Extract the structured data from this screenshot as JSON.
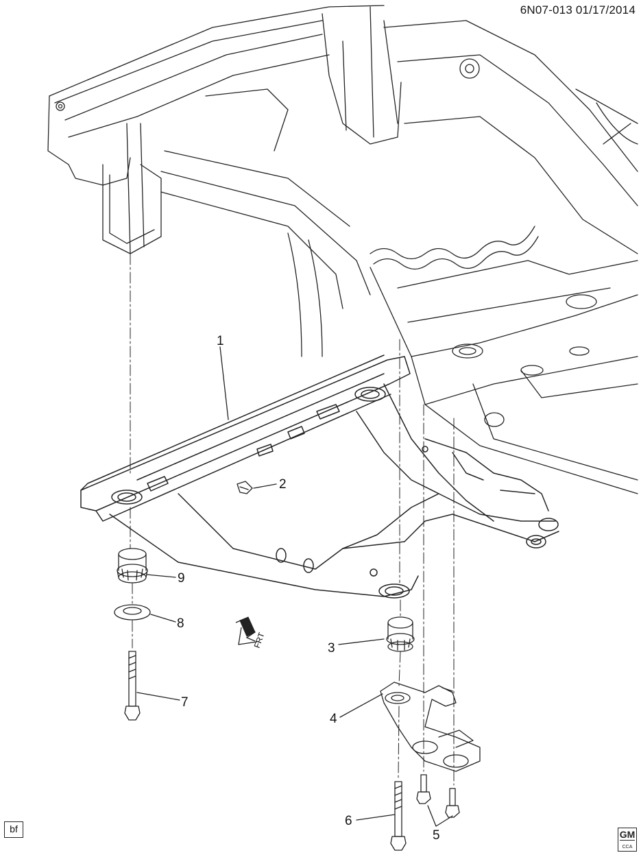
{
  "header": {
    "code": "6N07-013  01/17/2014"
  },
  "footer": {
    "box_label": "bf",
    "logo_text": "GM",
    "logo_sub": "CCA"
  },
  "front_indicator": "FRT",
  "callouts": [
    "1",
    "2",
    "3",
    "4",
    "5",
    "6",
    "7",
    "8",
    "9"
  ]
}
